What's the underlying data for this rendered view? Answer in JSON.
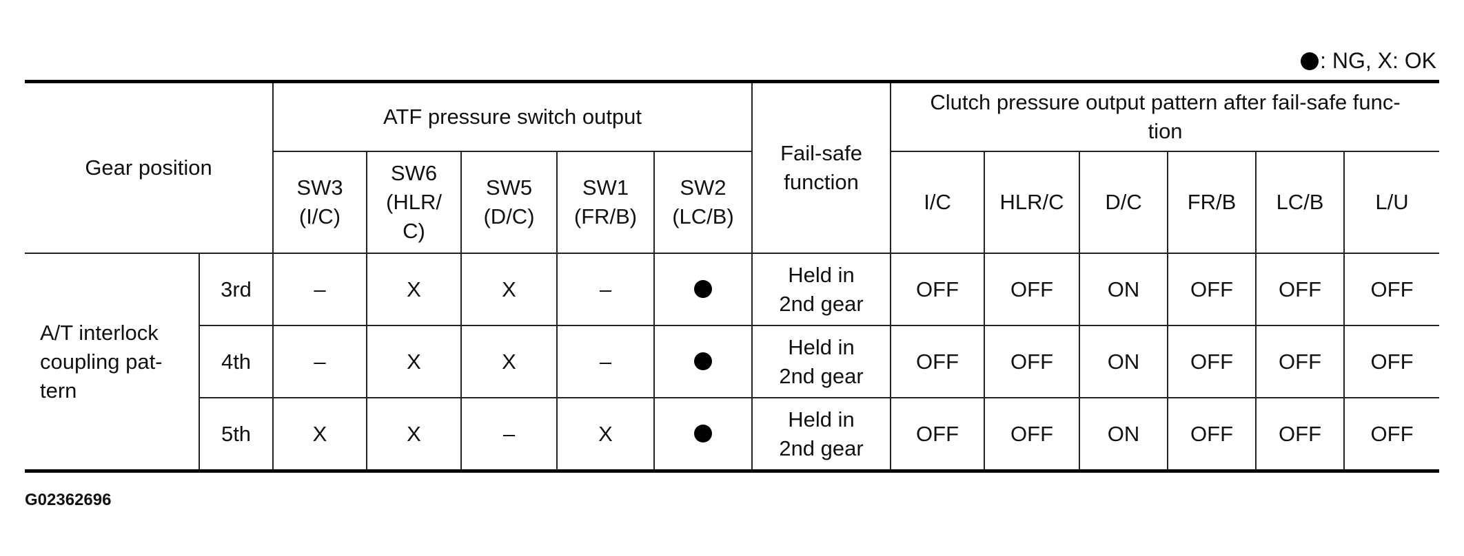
{
  "legend": {
    "dot_label": "●",
    "text": ": NG, X: OK"
  },
  "headers": {
    "gear_position": "Gear position",
    "atf_group": "ATF pressure switch output",
    "fail_safe": [
      "Fail-safe",
      "function"
    ],
    "clutch_group": [
      "Clutch pressure output pattern after fail-safe func-",
      "tion"
    ],
    "switches": [
      [
        "SW3",
        "(I/C)"
      ],
      [
        "SW6",
        "(HLR/",
        "C)"
      ],
      [
        "SW5",
        "(D/C)"
      ],
      [
        "SW1",
        "(FR/B)"
      ],
      [
        "SW2",
        "(LC/B)"
      ]
    ],
    "clutches": [
      "I/C",
      "HLR/C",
      "D/C",
      "FR/B",
      "LC/B",
      "L/U"
    ]
  },
  "row_group": [
    "A/T interlock",
    "coupling pat-",
    "tern"
  ],
  "rows": [
    {
      "gear": "3rd",
      "switches": [
        "–",
        "X",
        "X",
        "–",
        "●"
      ],
      "fail_safe": [
        "Held in",
        "2nd gear"
      ],
      "clutches": [
        "OFF",
        "OFF",
        "ON",
        "OFF",
        "OFF",
        "OFF"
      ]
    },
    {
      "gear": "4th",
      "switches": [
        "–",
        "X",
        "X",
        "–",
        "●"
      ],
      "fail_safe": [
        "Held in",
        "2nd gear"
      ],
      "clutches": [
        "OFF",
        "OFF",
        "ON",
        "OFF",
        "OFF",
        "OFF"
      ]
    },
    {
      "gear": "5th",
      "switches": [
        "X",
        "X",
        "–",
        "X",
        "●"
      ],
      "fail_safe": [
        "Held in",
        "2nd gear"
      ],
      "clutches": [
        "OFF",
        "OFF",
        "ON",
        "OFF",
        "OFF",
        "OFF"
      ]
    }
  ],
  "figure_id": "G02362696"
}
